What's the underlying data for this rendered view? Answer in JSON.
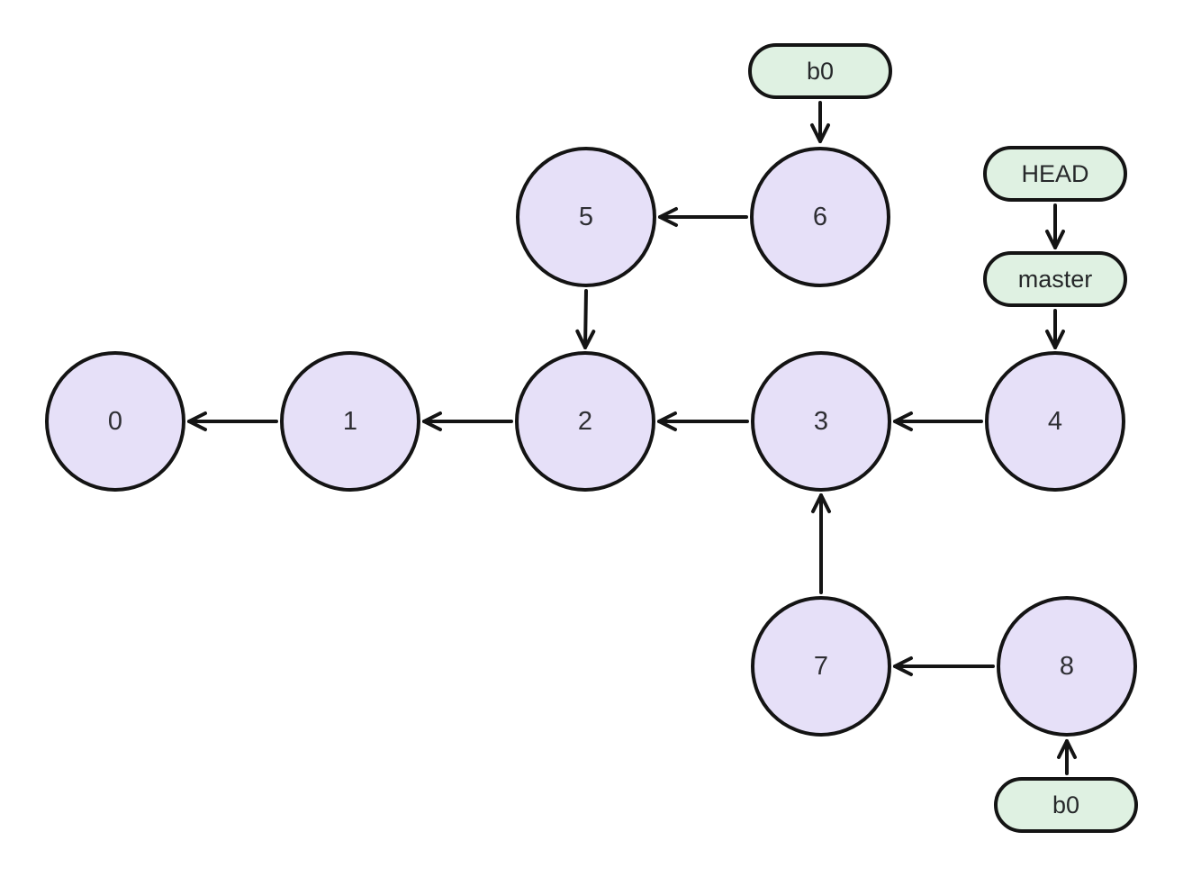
{
  "diagram": {
    "type": "git-commit-graph",
    "background": "#ffffff",
    "colors": {
      "background": "#ffffff",
      "commit_fill": "#e6e0f8",
      "commit_stroke": "#141414",
      "commit_text": "#2e2e33",
      "ref_fill": "#dff1e2",
      "ref_stroke": "#141414",
      "ref_text": "#26282a",
      "edge": "#141414"
    },
    "commits": [
      {
        "label": "0"
      },
      {
        "label": "1"
      },
      {
        "label": "2"
      },
      {
        "label": "3"
      },
      {
        "label": "4"
      },
      {
        "label": "5"
      },
      {
        "label": "6"
      },
      {
        "label": "7"
      },
      {
        "label": "8"
      }
    ],
    "refs": [
      {
        "label": "b0",
        "points_to": "6"
      },
      {
        "label": "HEAD",
        "points_to": "master"
      },
      {
        "label": "master",
        "points_to": "4"
      },
      {
        "label": "b0",
        "points_to": "8"
      }
    ],
    "edges": [
      {
        "from": "b0-top",
        "to": "6"
      },
      {
        "from": "6",
        "to": "5"
      },
      {
        "from": "5",
        "to": "2"
      },
      {
        "from": "HEAD",
        "to": "master"
      },
      {
        "from": "master",
        "to": "4"
      },
      {
        "from": "4",
        "to": "3"
      },
      {
        "from": "3",
        "to": "2"
      },
      {
        "from": "2",
        "to": "1"
      },
      {
        "from": "1",
        "to": "0"
      },
      {
        "from": "7",
        "to": "3"
      },
      {
        "from": "8",
        "to": "7"
      },
      {
        "from": "b0-bottom",
        "to": "8"
      }
    ]
  }
}
